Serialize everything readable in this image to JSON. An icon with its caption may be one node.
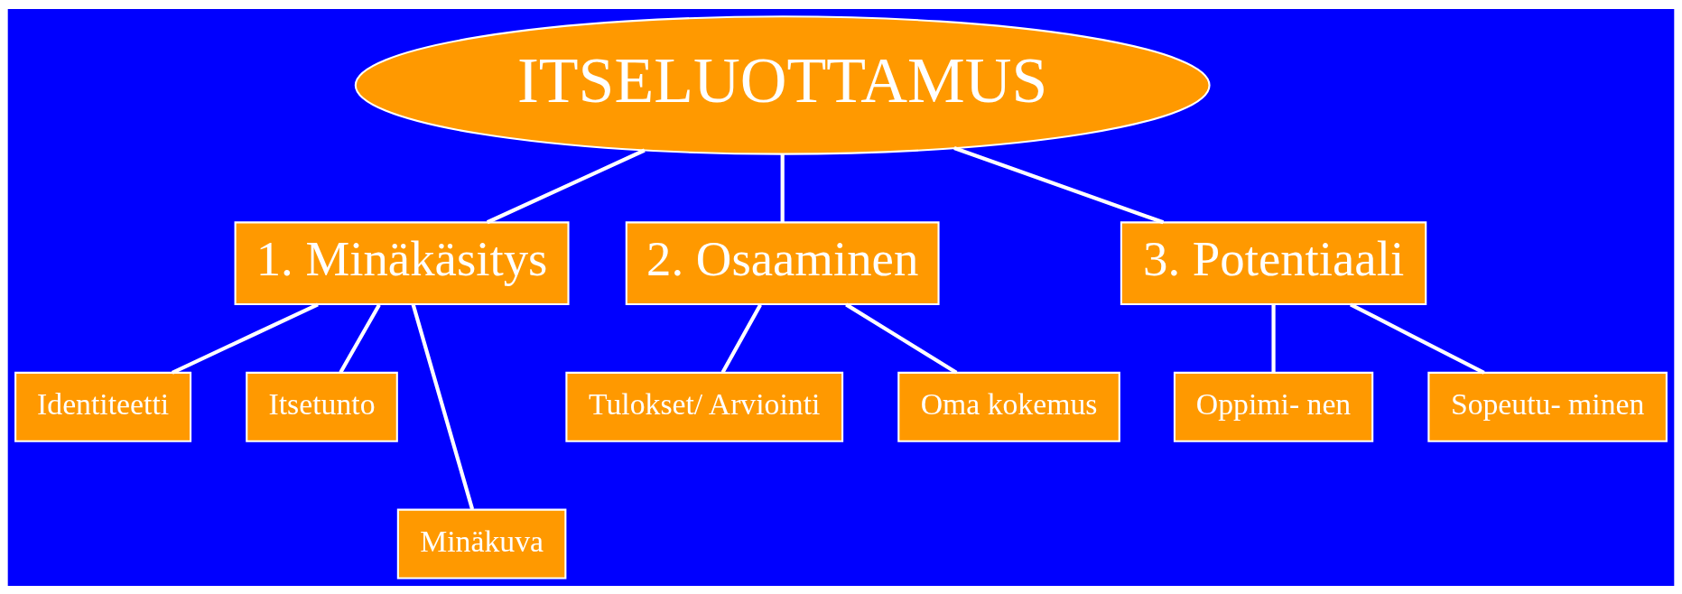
{
  "diagram": {
    "nodes": [
      {
        "text": [
          "ITSELUOTTAMUS"
        ]
      },
      {
        "text": [
          "1. Minäkäsitys"
        ]
      },
      {
        "text": [
          "2. Osaaminen"
        ]
      },
      {
        "text": [
          "3. Potentiaali"
        ]
      },
      {
        "text": [
          "Identiteetti"
        ]
      },
      {
        "text": [
          "Itsetunto"
        ]
      },
      {
        "text": [
          "Minäkuva"
        ]
      },
      {
        "text": [
          "Tulokset/ Arviointi"
        ]
      },
      {
        "text": [
          "Oma kokemus"
        ]
      },
      {
        "text": [
          "Oppimi- nen"
        ]
      },
      {
        "text": [
          "Sopeutu- minen"
        ]
      }
    ],
    "edges": [
      {
        "from": 0,
        "to": 1,
        "arrow": "none"
      },
      {
        "from": 0,
        "to": 2,
        "arrow": "none"
      },
      {
        "from": 0,
        "to": 3,
        "arrow": "none"
      },
      {
        "from": 1,
        "to": 4,
        "arrow": "none"
      },
      {
        "from": 1,
        "to": 6,
        "arrow": "none"
      },
      {
        "from": 1,
        "to": 5,
        "arrow": "none"
      },
      {
        "from": 2,
        "to": 7,
        "arrow": "none"
      },
      {
        "from": 2,
        "to": 8,
        "arrow": "none"
      },
      {
        "from": 3,
        "to": 9,
        "arrow": "none"
      },
      {
        "from": 3,
        "to": 10,
        "arrow": "none"
      }
    ]
  }
}
